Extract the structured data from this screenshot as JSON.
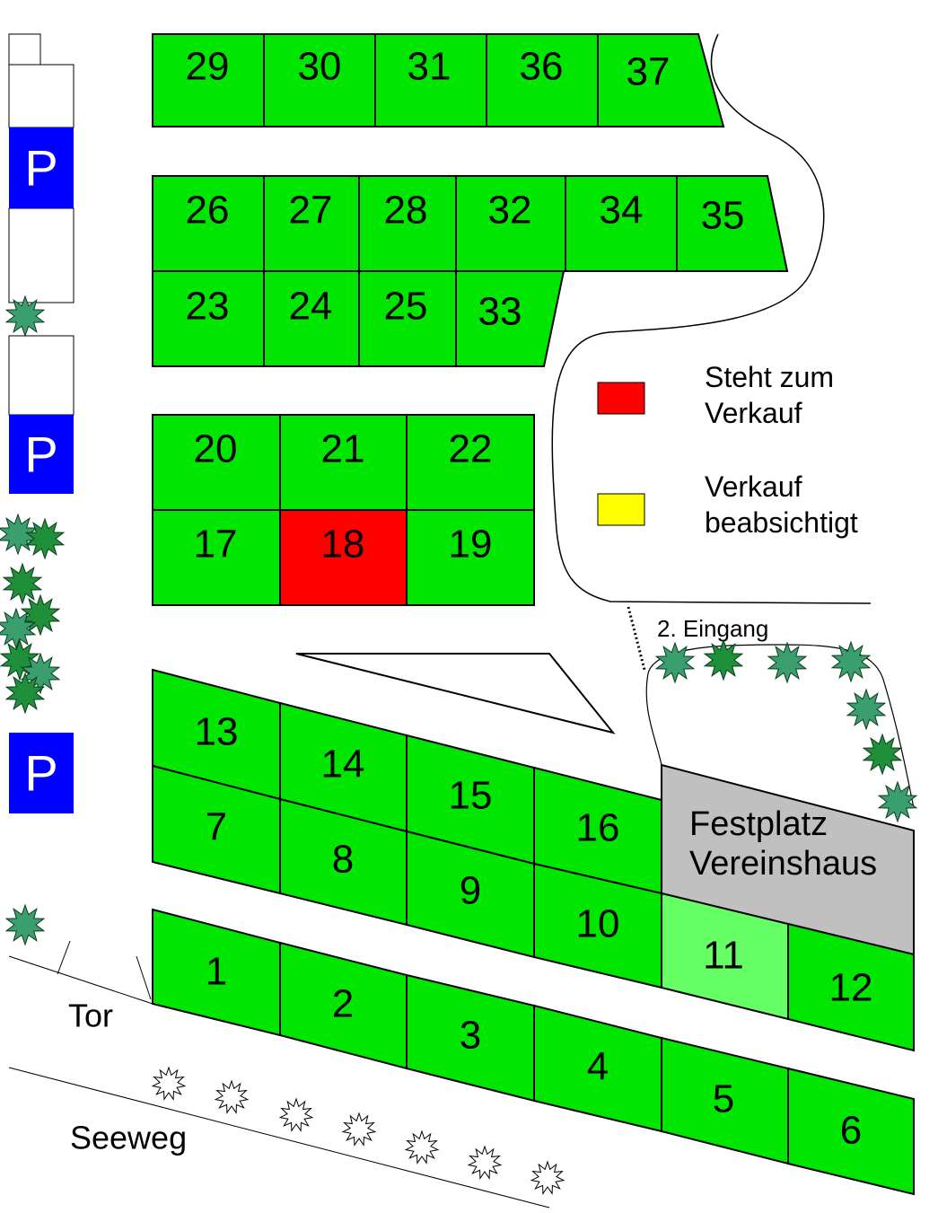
{
  "colors": {
    "plot": "#00e600",
    "plot_light": "#66ff66",
    "for_sale": "#ff0000",
    "intended": "#ffff00",
    "festplatz": "#c0c0c0",
    "parking": "#0000ff",
    "tree_dark": "#1f8f3a",
    "tree_teal": "#3a9e6e"
  },
  "legend": {
    "for_sale_line1": "Steht zum",
    "for_sale_line2": "Verkauf",
    "intended_line1": "Verkauf",
    "intended_line2": "beabsichtigt"
  },
  "labels": {
    "second_entrance": "2. Eingang",
    "festplatz_line1": "Festplatz",
    "festplatz_line2": "Vereinshaus",
    "gate": "Tor",
    "road": "Seeweg",
    "parking": "P"
  },
  "plots": [
    {
      "number": "29",
      "status": "normal"
    },
    {
      "number": "30",
      "status": "normal"
    },
    {
      "number": "31",
      "status": "normal"
    },
    {
      "number": "36",
      "status": "normal"
    },
    {
      "number": "37",
      "status": "normal"
    },
    {
      "number": "26",
      "status": "normal"
    },
    {
      "number": "27",
      "status": "normal"
    },
    {
      "number": "28",
      "status": "normal"
    },
    {
      "number": "32",
      "status": "normal"
    },
    {
      "number": "34",
      "status": "normal"
    },
    {
      "number": "35",
      "status": "normal"
    },
    {
      "number": "23",
      "status": "normal"
    },
    {
      "number": "24",
      "status": "normal"
    },
    {
      "number": "25",
      "status": "normal"
    },
    {
      "number": "33",
      "status": "normal"
    },
    {
      "number": "20",
      "status": "normal"
    },
    {
      "number": "21",
      "status": "normal"
    },
    {
      "number": "22",
      "status": "normal"
    },
    {
      "number": "17",
      "status": "normal"
    },
    {
      "number": "18",
      "status": "for_sale"
    },
    {
      "number": "19",
      "status": "normal"
    },
    {
      "number": "13",
      "status": "normal"
    },
    {
      "number": "14",
      "status": "normal"
    },
    {
      "number": "15",
      "status": "normal"
    },
    {
      "number": "16",
      "status": "normal"
    },
    {
      "number": "7",
      "status": "normal"
    },
    {
      "number": "8",
      "status": "normal"
    },
    {
      "number": "9",
      "status": "normal"
    },
    {
      "number": "10",
      "status": "normal"
    },
    {
      "number": "11",
      "status": "light"
    },
    {
      "number": "12",
      "status": "normal"
    },
    {
      "number": "1",
      "status": "normal"
    },
    {
      "number": "2",
      "status": "normal"
    },
    {
      "number": "3",
      "status": "normal"
    },
    {
      "number": "4",
      "status": "normal"
    },
    {
      "number": "5",
      "status": "normal"
    },
    {
      "number": "6",
      "status": "normal"
    }
  ]
}
